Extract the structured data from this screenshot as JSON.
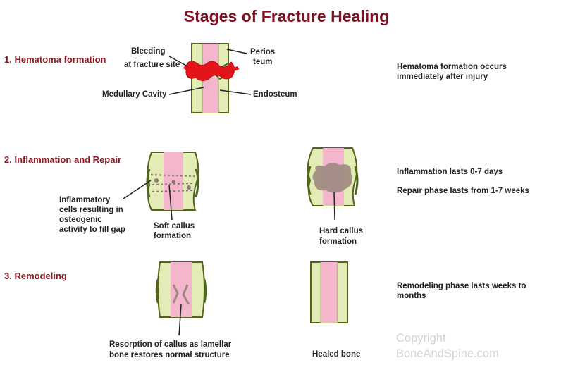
{
  "title": "Stages of Fracture Healing",
  "stages": [
    {
      "label": "1. Hematoma formation",
      "note": "Hematoma formation occurs immediately after injury"
    },
    {
      "label": "2. Inflammation and Repair",
      "notes": [
        "Inflammation lasts 0-7 days",
        "Repair phase lasts from 1-7 weeks"
      ]
    },
    {
      "label": "3. Remodeling",
      "note": "Remodeling phase lasts weeks to months"
    }
  ],
  "labels": {
    "bleeding": [
      "Bleeding",
      "at fracture site"
    ],
    "periosteum": [
      "Perios",
      "teum"
    ],
    "medullary": "Medullary Cavity",
    "endosteum": "Endosteum",
    "inflammatory": [
      "Inflammatory",
      "cells resulting in",
      "osteogenic",
      "activity to fill gap"
    ],
    "soft_callus": [
      "Soft callus",
      "formation"
    ],
    "hard_callus": [
      "Hard callus",
      "formation"
    ],
    "resorption": [
      "Resorption of callus as lamellar",
      "bone restores normal structure"
    ],
    "healed": "Healed bone"
  },
  "watermark": [
    "Copyright",
    "BoneAndSpine.com"
  ],
  "colors": {
    "title": "#7b1322",
    "stage_label": "#8b1a24",
    "cortex": "#e3ecb6",
    "marrow": "#f3b6cc",
    "outline": "#4f6616",
    "bleeding": "#e4141b",
    "callus": "#9c8a80"
  }
}
